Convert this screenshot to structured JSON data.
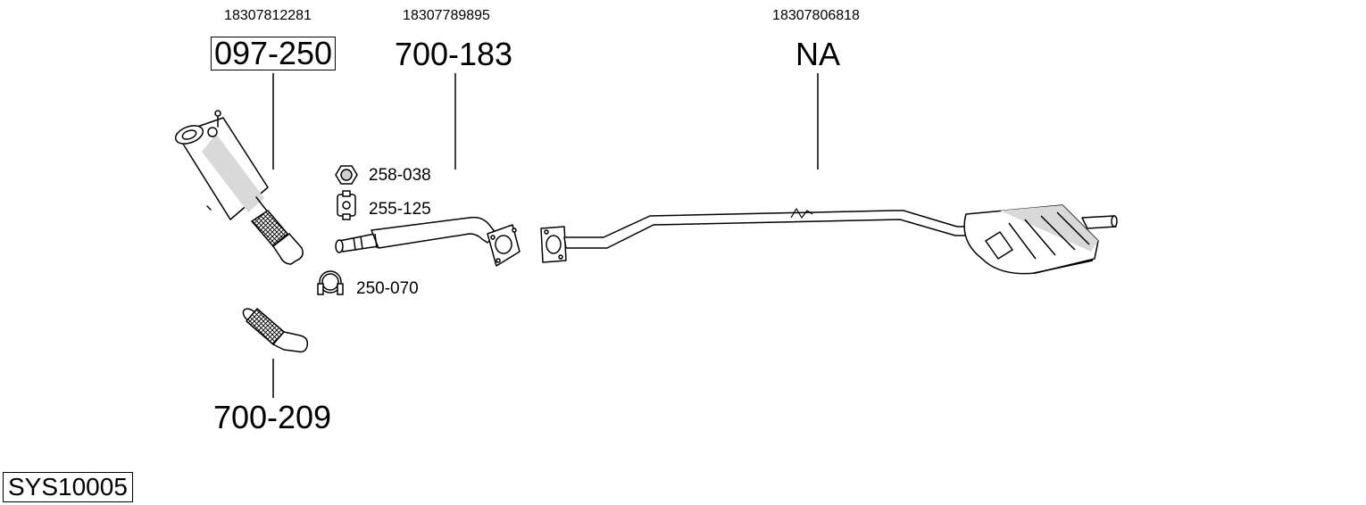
{
  "oem_numbers": {
    "catalyst": "18307812281",
    "front_pipe": "18307789895",
    "rear": "18307806818"
  },
  "parts": {
    "catalyst": "097-250",
    "front_pipe": "700-183",
    "rear": "NA",
    "flex_pipe": "700-209",
    "nut": "258-038",
    "rubber_mount": "255-125",
    "clamp": "250-070"
  },
  "system_id": "SYS10005",
  "colors": {
    "stroke": "#000000",
    "fill": "#ffffff",
    "shade": "#d9d9d9"
  }
}
